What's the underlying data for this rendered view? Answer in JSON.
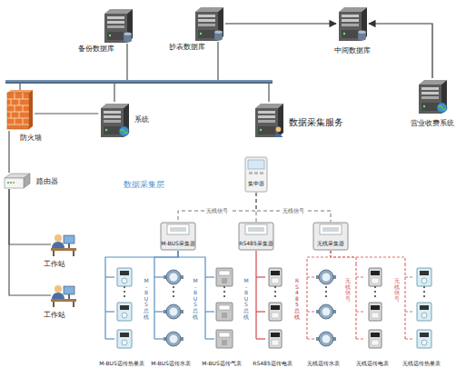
{
  "diagram": {
    "nodes": [
      {
        "text": [
          "备份数据库"
        ]
      },
      {
        "text": [
          "抄表数据库"
        ]
      },
      {
        "text": [
          "中间数据库"
        ]
      },
      {
        "text": [
          "系统"
        ]
      },
      {
        "text": [
          "数据采集服务"
        ]
      },
      {
        "text": [
          "营业收费系统"
        ]
      },
      {
        "text": [
          "防火墙"
        ]
      },
      {
        "text": [
          "路由器"
        ]
      },
      {
        "text": [
          "工作站"
        ]
      },
      {
        "text": [
          "工作站"
        ]
      },
      {
        "text": [
          "集中器"
        ]
      },
      {
        "text": [
          "M-BUS采集器"
        ]
      },
      {
        "text": [
          "RS485采集器"
        ]
      },
      {
        "text": [
          "无线采集器"
        ]
      },
      {
        "text": [
          "M-BUS远传热量表"
        ]
      },
      {
        "text": [
          "M-BUS远传水表"
        ]
      },
      {
        "text": [
          "M-BUS远传气表"
        ]
      },
      {
        "text": [
          "RS485远传电表"
        ]
      },
      {
        "text": [
          "无线远传水表"
        ]
      },
      {
        "text": [
          "无线远传电表"
        ]
      },
      {
        "text": [
          "无线远传热量表"
        ]
      }
    ],
    "edges": [
      {
        "from": 1,
        "to": 2,
        "arrow": "to"
      },
      {
        "from": 5,
        "to": 2,
        "arrow": "to"
      },
      {
        "from": 6,
        "to": 3,
        "arrow": "none"
      },
      {
        "from": 6,
        "to": 7,
        "arrow": "none"
      },
      {
        "from": 7,
        "to": 8,
        "arrow": "none"
      },
      {
        "from": 7,
        "to": 9,
        "arrow": "none"
      },
      {
        "from": 10,
        "to": 11,
        "arrow": "none"
      },
      {
        "from": 10,
        "to": 12,
        "arrow": "none"
      },
      {
        "from": 10,
        "to": 13,
        "arrow": "none"
      },
      {
        "from": 11,
        "to": 14,
        "arrow": "none"
      },
      {
        "from": 11,
        "to": 15,
        "arrow": "none"
      },
      {
        "from": 11,
        "to": 16,
        "arrow": "none"
      },
      {
        "from": 12,
        "to": 17,
        "arrow": "none"
      },
      {
        "from": 13,
        "to": 18,
        "arrow": "none"
      },
      {
        "from": 13,
        "to": 19,
        "arrow": "none"
      },
      {
        "from": 13,
        "to": 20,
        "arrow": "none"
      }
    ],
    "labels": [
      "数据采集层",
      "无线信号",
      "无线信号",
      "M-BUS总线",
      "M-BUS总线",
      "M-BUS总线",
      "RS485总线",
      "无线信号",
      "无线信号"
    ]
  }
}
